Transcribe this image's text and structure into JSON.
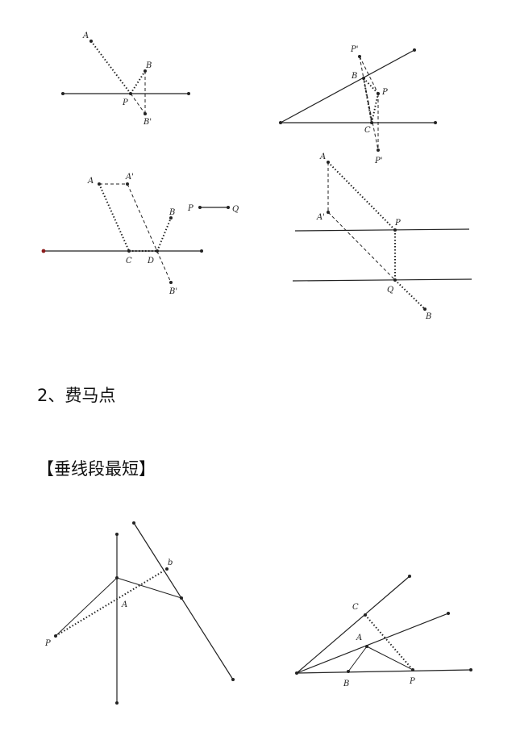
{
  "section_heading": "2、费马点",
  "subsection_heading": "【垂线段最短】",
  "diagrams": {
    "fig1": {
      "labels": [
        "A",
        "B",
        "P",
        "B'"
      ]
    },
    "fig2": {
      "labels": [
        "P'",
        "B",
        "P",
        "C",
        "P'"
      ]
    },
    "fig3": {
      "labels": [
        "A",
        "A'",
        "B",
        "P",
        "Q",
        "C",
        "D",
        "B'"
      ]
    },
    "fig4": {
      "labels": [
        "A",
        "A'",
        "P",
        "Q",
        "B"
      ]
    },
    "fig5": {
      "labels": [
        "b",
        "A",
        "P"
      ]
    },
    "fig6": {
      "labels": [
        "C",
        "A",
        "B",
        "P"
      ]
    }
  },
  "colors": {
    "line": "#222222",
    "endpoint_red": "#8b1a1a"
  }
}
